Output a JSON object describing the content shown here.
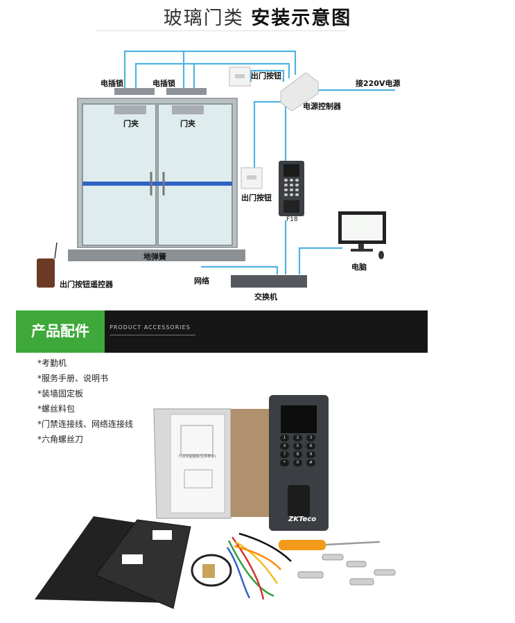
{
  "title": {
    "normal": "玻璃门类 ",
    "bold": "安装示意图"
  },
  "diagram": {
    "lock_left": "电插锁",
    "lock_right": "电插锁",
    "door_clamp_left": "门夹",
    "door_clamp_right": "门夹",
    "exit_button_top": "出门按钮",
    "power_220v": "接220V电源",
    "power_controller": "电源控制器",
    "exit_button_mid": "出门按钮",
    "device_model": "F18",
    "floor_spring": "地弹簧",
    "computer": "电脑",
    "remote": "出门按钮遥控器",
    "network": "网络",
    "switch": "交换机"
  },
  "accessories": {
    "heading": "产品配件",
    "heading_en": "PRODUCT ACCESSORIES",
    "items": [
      "*考勤机",
      "*服务手册、说明书",
      "*装墙固定板",
      "*螺丝料包",
      "*门禁连接线、网络连接线",
      "*六角螺丝刀"
    ]
  },
  "photo": {
    "template_title": "F18安装模板(仅供参考)",
    "brand": "ZKTeco",
    "keypad": [
      "1",
      "2",
      "3",
      "4",
      "5",
      "6",
      "7",
      "8",
      "9",
      "*",
      "0",
      "#"
    ]
  },
  "colors": {
    "wire": "#4fb3e3",
    "accent_green": "#3ea83a",
    "bar": "#161616"
  }
}
